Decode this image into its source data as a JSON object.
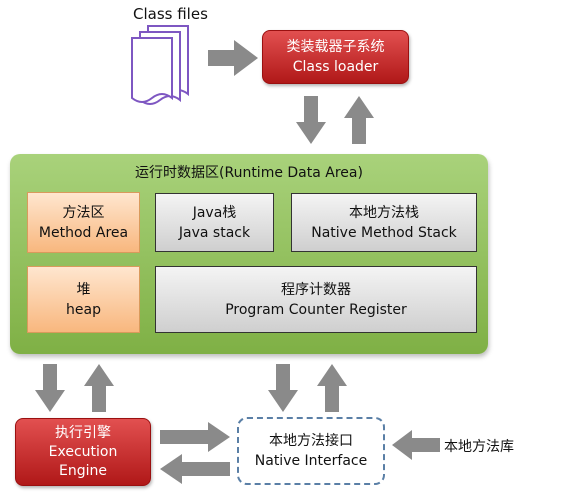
{
  "class_files": {
    "label": "Class files"
  },
  "class_loader": {
    "line1": "类装载器子系统",
    "line2": "Class loader"
  },
  "runtime_area": {
    "title": "运行时数据区(Runtime Data Area)",
    "method_area": {
      "line1": "方法区",
      "line2": "Method Area"
    },
    "java_stack": {
      "line1": "Java栈",
      "line2": "Java stack"
    },
    "native_stack": {
      "line1": "本地方法栈",
      "line2": "Native Method Stack"
    },
    "heap": {
      "line1": "堆",
      "line2": "heap"
    },
    "pc_register": {
      "line1": "程序计数器",
      "line2": "Program Counter Register"
    }
  },
  "execution_engine": {
    "line1": "执行引擎",
    "line2": "Execution",
    "line3": "Engine"
  },
  "native_interface": {
    "line1": "本地方法接口",
    "line2": "Native Interface"
  },
  "native_library": {
    "label": "本地方法库"
  },
  "colors": {
    "red_box": "#c62828",
    "green_area": "#8cc152",
    "orange_box": "#f8b77e",
    "gray_box": "#d9d9d9",
    "arrow": "#8a8a8a",
    "dashed_border": "#5a7fa6"
  }
}
